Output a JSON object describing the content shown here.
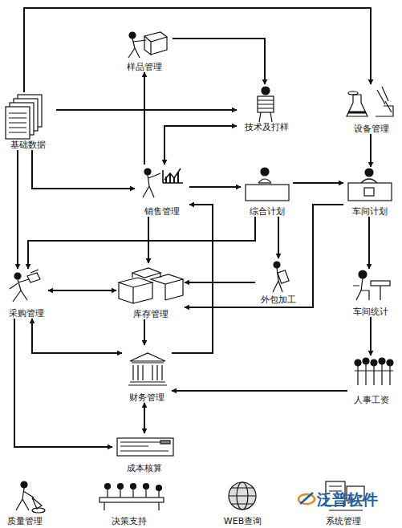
{
  "diagram": {
    "nodes": [
      {
        "text": [
          "样品管理"
        ]
      },
      {
        "text": [
          "基础数据"
        ]
      },
      {
        "text": [
          "技术及打样"
        ]
      },
      {
        "text": [
          "设备管理"
        ]
      },
      {
        "text": [
          "销售管理"
        ]
      },
      {
        "text": [
          "综合计划"
        ]
      },
      {
        "text": [
          "车间计划"
        ]
      },
      {
        "text": [
          "外包加工"
        ]
      },
      {
        "text": [
          "采购管理"
        ]
      },
      {
        "text": [
          "库存管理"
        ]
      },
      {
        "text": [
          "车间统计"
        ]
      },
      {
        "text": [
          "财务管理"
        ]
      },
      {
        "text": [
          "人事工资"
        ]
      },
      {
        "text": [
          "成本核算"
        ]
      },
      {
        "text": [
          "质量管理"
        ]
      },
      {
        "text": [
          "决策支持"
        ]
      },
      {
        "text": [
          "WEB查询"
        ]
      },
      {
        "text": [
          "系统管理"
        ]
      }
    ],
    "edges": [
      {
        "from": 1,
        "to": 3,
        "arrow": "to"
      },
      {
        "from": 1,
        "to": 2,
        "arrow": "to"
      },
      {
        "from": 0,
        "to": 2,
        "arrow": "to"
      },
      {
        "from": 4,
        "to": 0,
        "arrow": "to"
      },
      {
        "from": 2,
        "to": 4,
        "arrow": "both"
      },
      {
        "from": 1,
        "to": 4,
        "arrow": "to"
      },
      {
        "from": 1,
        "to": 8,
        "arrow": "to"
      },
      {
        "from": 4,
        "to": 5,
        "arrow": "to"
      },
      {
        "from": 5,
        "to": 6,
        "arrow": "to"
      },
      {
        "from": 3,
        "to": 6,
        "arrow": "to"
      },
      {
        "from": 5,
        "to": 7,
        "arrow": "to"
      },
      {
        "from": 5,
        "to": 8,
        "arrow": "to"
      },
      {
        "from": 4,
        "to": 9,
        "arrow": "to"
      },
      {
        "from": 7,
        "to": 9,
        "arrow": "to"
      },
      {
        "from": 6,
        "to": 9,
        "arrow": "to"
      },
      {
        "from": 8,
        "to": 9,
        "arrow": "both"
      },
      {
        "from": 6,
        "to": 10,
        "arrow": "to"
      },
      {
        "from": 10,
        "to": 12,
        "arrow": "to"
      },
      {
        "from": 9,
        "to": 11,
        "arrow": "to"
      },
      {
        "from": 11,
        "to": 8,
        "arrow": "both"
      },
      {
        "from": 11,
        "to": 4,
        "arrow": "to"
      },
      {
        "from": 12,
        "to": 11,
        "arrow": "to"
      },
      {
        "from": 11,
        "to": 13,
        "arrow": "both"
      },
      {
        "from": 8,
        "to": 13,
        "arrow": "to"
      }
    ],
    "labels": [
      "泛普软件"
    ]
  }
}
